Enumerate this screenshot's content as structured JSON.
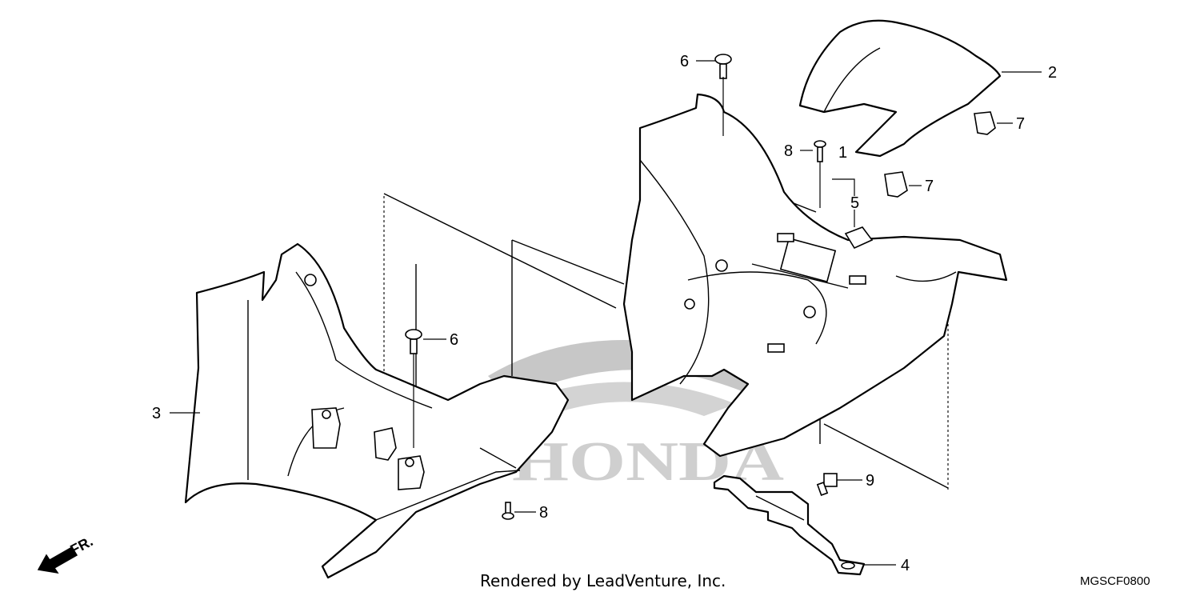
{
  "diagram": {
    "callouts": {
      "c1": "1",
      "c2": "2",
      "c3": "3",
      "c4": "4",
      "c5": "5",
      "c6a": "6",
      "c6b": "6",
      "c7a": "7",
      "c7b": "7",
      "c8a": "8",
      "c8b": "8",
      "c9": "9"
    },
    "direction_label": "FR.",
    "watermark_text": "HONDA",
    "credit": "Rendered by LeadVenture, Inc.",
    "diagram_code": "MGSCF0800"
  }
}
